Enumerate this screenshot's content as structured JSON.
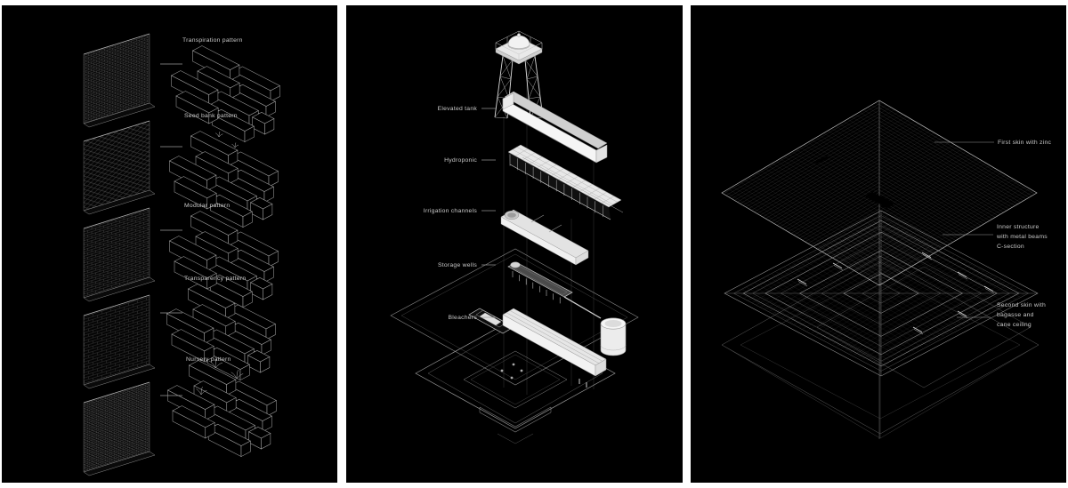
{
  "page": {
    "background": "#ffffff",
    "panel_background": "#000000"
  },
  "colors": {
    "label_text": "#c9c9c9",
    "line_work": "#bfbfbf",
    "leader_line": "#9a9a9a",
    "solid_fill": "#e8e8e8"
  },
  "left_panel": {
    "labels": [
      "Transpiration pattern",
      "Seed bank pattern",
      "Modular pattern",
      "Transparency pattern",
      "Nursery pattern"
    ]
  },
  "middle_panel": {
    "labels": [
      "Elevated tank",
      "Hydroponic",
      "Irrigation channels",
      "Storage wells",
      "Bleachers"
    ]
  },
  "right_panel": {
    "first_skin": "First skin with zinc",
    "inner_structure": [
      "Inner structure",
      "with metal beams",
      "C-section"
    ],
    "second_skin": [
      "Second skin with",
      "bagasse and",
      "cane ceiling"
    ]
  }
}
